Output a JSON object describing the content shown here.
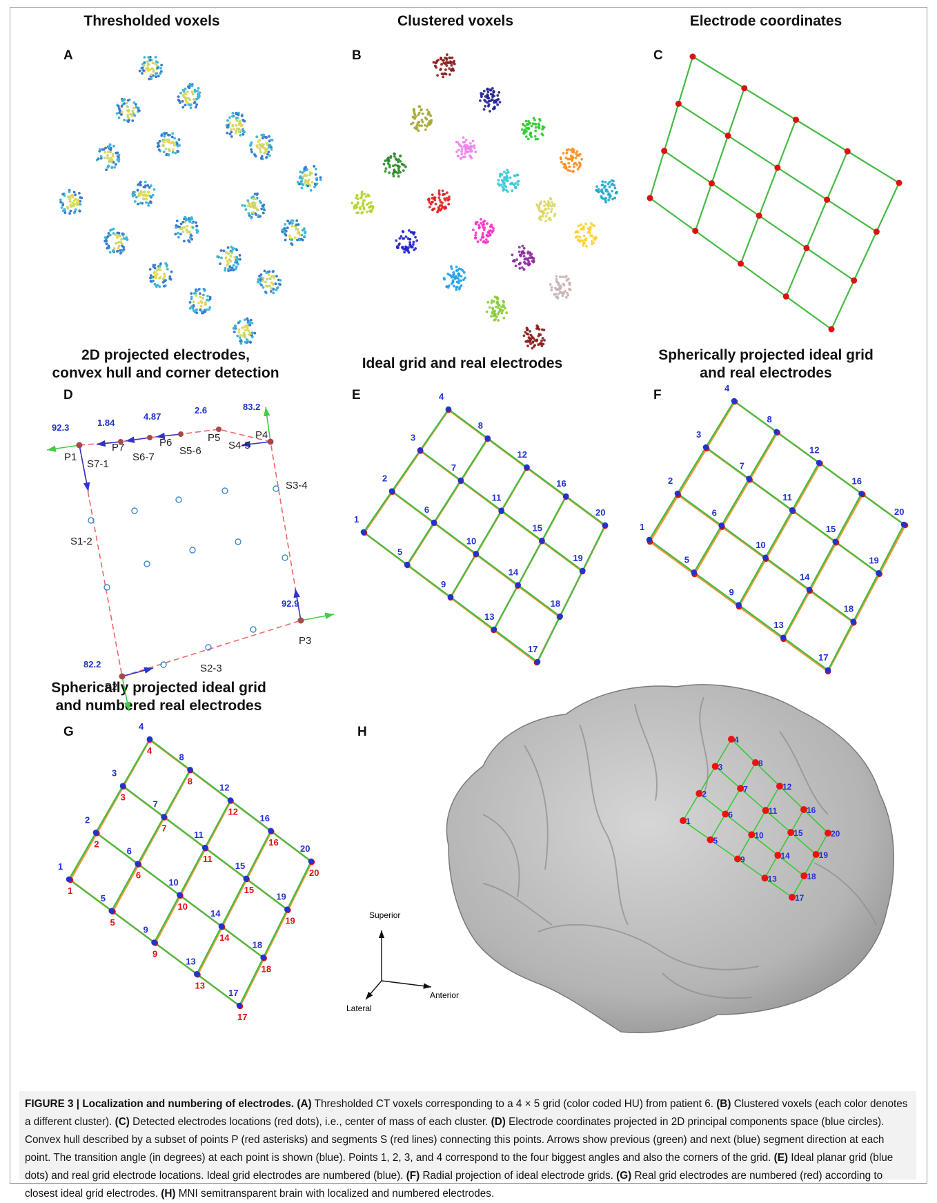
{
  "panels": {
    "A": {
      "letter": "A",
      "title": "Thresholded voxels"
    },
    "B": {
      "letter": "B",
      "title": "Clustered voxels"
    },
    "C": {
      "letter": "C",
      "title": "Electrode coordinates"
    },
    "D": {
      "letter": "D",
      "title": "2D projected electrodes,\nconvex hull and corner detection"
    },
    "E": {
      "letter": "E",
      "title": "Ideal grid and real electrodes"
    },
    "F": {
      "letter": "F",
      "title": "Spherically projected ideal grid\nand real electrodes"
    },
    "G": {
      "letter": "G",
      "title": "Spherically projected ideal grid\nand numbered real electrodes"
    },
    "H": {
      "letter": "H",
      "title": ""
    }
  },
  "hull": {
    "points": [
      "P1",
      "P7",
      "P6",
      "P5",
      "P4",
      "P3",
      "P2"
    ],
    "segments": [
      "S7-1",
      "S6-7",
      "S5-6",
      "S4-5",
      "S3-4",
      "S2-3",
      "S1-2"
    ],
    "angles": {
      "P1": "92.3",
      "P7": "1.84",
      "P6": "4.87",
      "P5": "2.6",
      "P4": "83.2",
      "P3": "92.9",
      "P2": "82.2"
    }
  },
  "electrode_numbers": [
    "1",
    "2",
    "3",
    "4",
    "5",
    "6",
    "7",
    "8",
    "9",
    "10",
    "11",
    "12",
    "13",
    "14",
    "15",
    "16",
    "17",
    "18",
    "19",
    "20"
  ],
  "axes": {
    "superior": "Superior",
    "anterior": "Anterior",
    "lateral": "Lateral"
  },
  "caption": {
    "fig_label": "FIGURE 3 | Localization and numbering of electrodes.",
    "parts": [
      {
        "tag": "(A)",
        "text": " Thresholded CT voxels corresponding to a 4 × 5 grid (color coded HU) from patient 6. "
      },
      {
        "tag": "(B)",
        "text": " Clustered voxels (each color denotes a different cluster). "
      },
      {
        "tag": "(C)",
        "text": " Detected electrodes locations (red dots), i.e., center of mass of each cluster. "
      },
      {
        "tag": "(D)",
        "text": " Electrode coordinates projected in 2D principal components space (blue circles). Convex hull described by a subset of points P (red asterisks) and segments S (red lines) connecting this points. Arrows show previous (green) and next (blue) segment direction at each point. The transition angle (in degrees) at each point is shown (blue). Points 1, 2, 3, and 4 correspond to the four biggest angles and also the corners of the grid. "
      },
      {
        "tag": "(E)",
        "text": " Ideal planar grid (blue dots) and real grid electrode locations. Ideal grid electrodes are numbered (blue). "
      },
      {
        "tag": "(F)",
        "text": " Radial projection of ideal electrode grids. "
      },
      {
        "tag": "(G)",
        "text": " Real grid electrodes are numbered (red) according to closest ideal grid electrodes. "
      },
      {
        "tag": "(H)",
        "text": " MNI semitransparent brain with localized and numbered electrodes."
      }
    ]
  }
}
